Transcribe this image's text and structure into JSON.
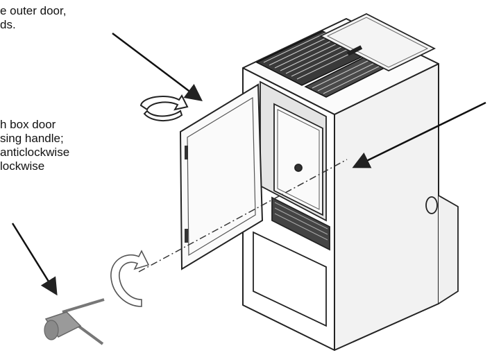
{
  "captions": {
    "top": [
      "e outer door,",
      "ds."
    ],
    "middle": [
      "h box door",
      "sing handle;",
      "anticlockwise",
      "lockwise"
    ]
  },
  "colors": {
    "line": "#222222",
    "panel": "#f5f5f5",
    "grille": "#3a3a3a",
    "tool": "#9a9a9a"
  },
  "icons": [
    "rotation-arrow-icon",
    "rotation-arrow-icon",
    "pointer-arrow-icon",
    "handle-tool-icon"
  ]
}
